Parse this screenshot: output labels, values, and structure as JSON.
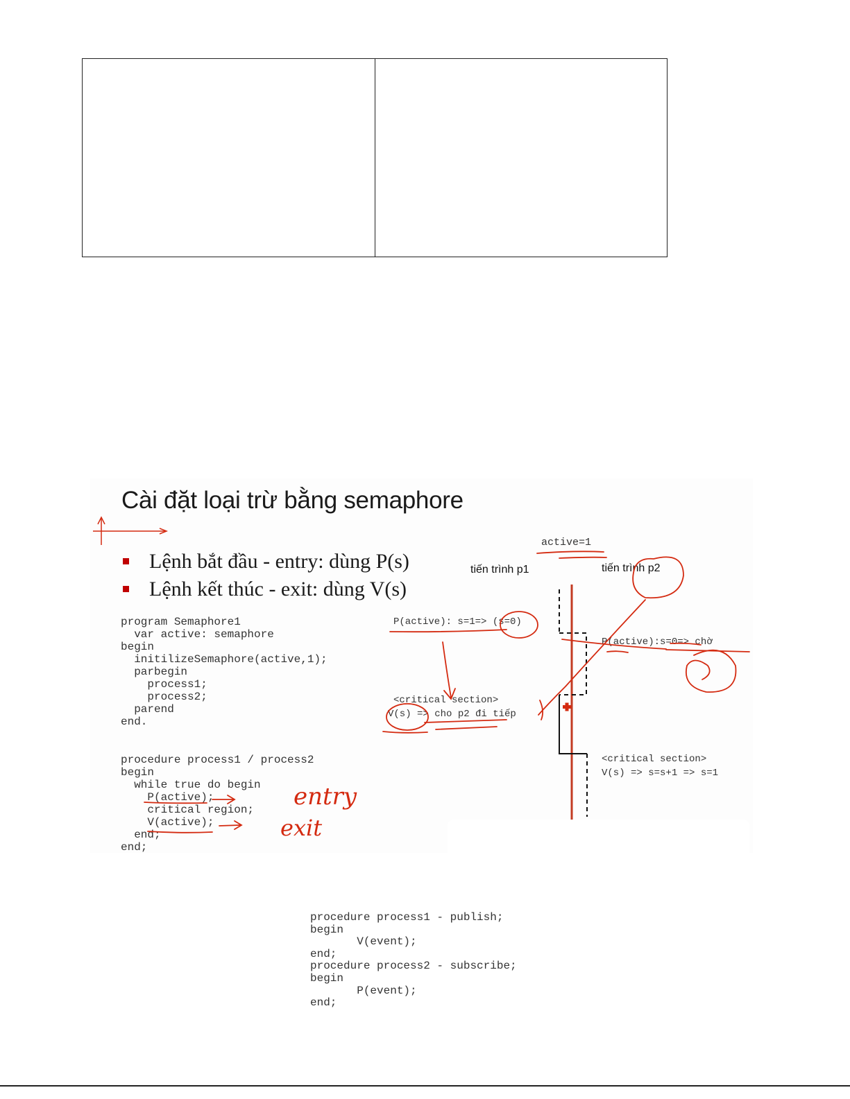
{
  "slide": {
    "title": "Cài đặt loại trừ bằng semaphore",
    "bullets": [
      "Lệnh bắt đầu - entry: dùng P(s)",
      "Lệnh kết thúc - exit: dùng V(s)"
    ],
    "code_main": "program Semaphore1\n  var active: semaphore\nbegin\n  initilizeSemaphore(active,1);\n  parbegin\n    process1;\n    process2;\n  parend\nend.",
    "code_proc": "procedure process1 / process2\nbegin\n  while true do begin\n    P(active);\n    critical region;\n    V(active);\n  end;\nend;",
    "active_init": "active=1",
    "p1_label": "tiến trình p1",
    "p2_label": "tiến trình p2",
    "p1_wait": "P(active): s=1=> (s=0)",
    "p1_critical": "<critical section>",
    "p1_release": "V(s) => cho p2 đi tiếp",
    "p2_wait": "P(active):s=0=> chờ",
    "p2_critical": "<critical section>",
    "p2_release": "V(s) => s=s+1 => s=1",
    "hand_entry": "entry",
    "hand_exit": "exit",
    "ink_color": "#d42a10"
  },
  "publish_subscribe_code": "procedure process1 - publish;\nbegin\n       V(event);\nend;\nprocedure process2 - subscribe;\nbegin\n       P(event);\nend;"
}
